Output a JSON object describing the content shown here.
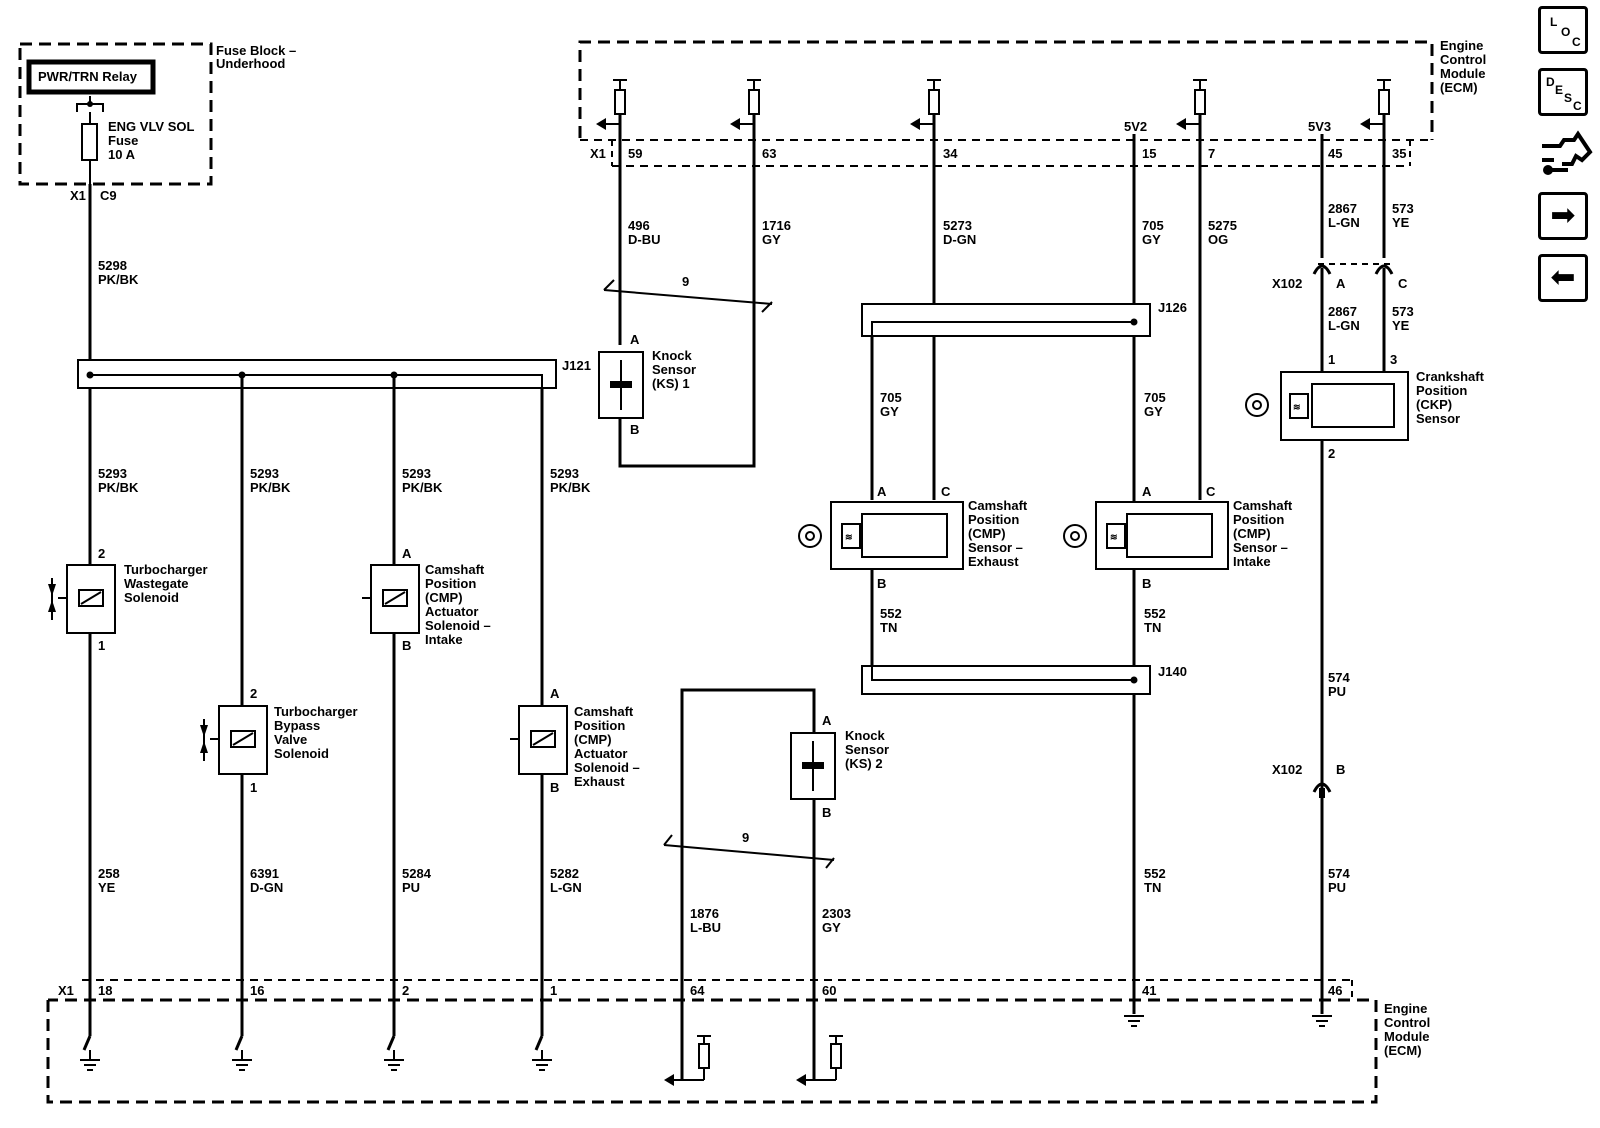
{
  "modules": {
    "fuse_block": "Fuse Block – Underhood",
    "ecm_top": "Engine Control Module (ECM)",
    "ecm_bottom": "Engine Control Module (ECM)"
  },
  "relay": "PWR/TRN Relay",
  "fuse": {
    "name": "ENG VLV SOL",
    "word": "Fuse",
    "rating": "10 A"
  },
  "connectors": {
    "x1": "X1",
    "c9": "C9",
    "x102": "X102"
  },
  "ecm_top_pins": [
    "59",
    "63",
    "34",
    "15",
    "7",
    "45",
    "35"
  ],
  "ecm_bottom_pins": [
    "18",
    "16",
    "2",
    "1",
    "64",
    "60",
    "41",
    "46"
  ],
  "refs": {
    "r15": "5V2",
    "r45": "5V3"
  },
  "splices": {
    "j121": "J121",
    "j126": "J126",
    "j140": "J140"
  },
  "twisted_count": "9",
  "wires": {
    "w5298": {
      "num": "5298",
      "color": "PK/BK"
    },
    "w5293": {
      "num": "5293",
      "color": "PK/BK"
    },
    "w258": {
      "num": "258",
      "color": "YE"
    },
    "w6391": {
      "num": "6391",
      "color": "D-GN"
    },
    "w5284": {
      "num": "5284",
      "color": "PU"
    },
    "w5282": {
      "num": "5282",
      "color": "L-GN"
    },
    "w496": {
      "num": "496",
      "color": "D-BU"
    },
    "w1716": {
      "num": "1716",
      "color": "GY"
    },
    "w5273": {
      "num": "5273",
      "color": "D-GN"
    },
    "w705": {
      "num": "705",
      "color": "GY"
    },
    "w5275": {
      "num": "5275",
      "color": "OG"
    },
    "w2867": {
      "num": "2867",
      "color": "L-GN"
    },
    "w573": {
      "num": "573",
      "color": "YE"
    },
    "w552": {
      "num": "552",
      "color": "TN"
    },
    "w574": {
      "num": "574",
      "color": "PU"
    },
    "w1876": {
      "num": "1876",
      "color": "L-BU"
    },
    "w2303": {
      "num": "2303",
      "color": "GY"
    }
  },
  "components": {
    "wastegate": [
      "Turbocharger",
      "Wastegate",
      "Solenoid"
    ],
    "bypass": [
      "Turbocharger",
      "Bypass",
      "Valve",
      "Solenoid"
    ],
    "cmp_act_intake": [
      "Camshaft",
      "Position",
      "(CMP)",
      "Actuator",
      "Solenoid –",
      "Intake"
    ],
    "cmp_act_exhaust": [
      "Camshaft",
      "Position",
      "(CMP)",
      "Actuator",
      "Solenoid –",
      "Exhaust"
    ],
    "ks1": [
      "Knock",
      "Sensor",
      "(KS) 1"
    ],
    "ks2": [
      "Knock",
      "Sensor",
      "(KS) 2"
    ],
    "cmp_exhaust": [
      "Camshaft",
      "Position",
      "(CMP)",
      "Sensor –",
      "Exhaust"
    ],
    "cmp_intake": [
      "Camshaft",
      "Position",
      "(CMP)",
      "Sensor –",
      "Intake"
    ],
    "ckp": [
      "Crankshaft",
      "Position",
      "(CKP)",
      "Sensor"
    ]
  },
  "pins": {
    "p1": "1",
    "p2": "2",
    "p3": "3",
    "pA": "A",
    "pB": "B",
    "pC": "C"
  },
  "nav": {
    "loc": {
      "l1": "L",
      "l2": "O",
      "l3": "C"
    },
    "desc": {
      "l1": "D",
      "l2": "E",
      "l3": "S",
      "l4": "C"
    },
    "icons": [
      "schematic-link-icon",
      "arrow-right-icon",
      "arrow-left-icon"
    ],
    "next_arrow": "➡",
    "prev_arrow": "⬅"
  }
}
